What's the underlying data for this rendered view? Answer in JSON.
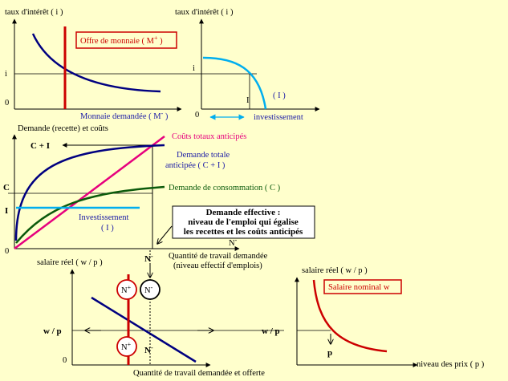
{
  "colors": {
    "background": "#ffffcc",
    "red": "#cc0000",
    "navy": "#000080",
    "cyan": "#00aeef",
    "magenta": "#e6007e",
    "green": "#0b5a0b",
    "blue_text": "#1a1aa6"
  },
  "money_market": {
    "y_axis_label": "taux d'intérêt ( i )",
    "x_axis_label": "Monnaie demandée ( M",
    "x_axis_sup": "-",
    "x_axis_tail": " )",
    "supply_label": "Offre de monnaie ( M",
    "supply_sup": "+",
    "supply_tail": " )",
    "i_tick": "i",
    "zero_tick": "0"
  },
  "investment_market": {
    "y_axis_label": "taux d'intérêt ( i )",
    "x_axis_label": "investissement",
    "curve_label": "( I )",
    "i_tick": "i",
    "I_tick": "I",
    "zero_tick": "0"
  },
  "effective_demand": {
    "y_axis_label": "Demande (recette) et coûts",
    "total_costs_label": "Coûts totaux anticipés",
    "total_demand_line1": "Demande totale",
    "total_demand_line2": "anticipée ( C + I )",
    "consumption_label": "Demande de consommation ( C )",
    "investment_line1": "Investissement",
    "investment_line2": "( I )",
    "c_plus_i_tick": "C + I",
    "c_tick": "C",
    "i_tick": "I",
    "zero_tick": "0",
    "n_minus_tick": "N",
    "n_minus_sup": "-",
    "x_axis_line1": "Quantité de travail demandée",
    "x_axis_line2": "(niveau effectif d'emplois)",
    "box_line1": "Demande effective :",
    "box_line2": "niveau de l'emploi qui égalise",
    "box_line3": "les recettes et les coûts anticipés"
  },
  "labour_market": {
    "y_axis_label": "salaire réel ( w / p )",
    "x_axis_label": "Quantité de travail demandée et offerte",
    "wp_tick": "w / p",
    "zero_tick": "0",
    "n_minus_top": "N",
    "n_minus_top_sup": "-",
    "n_minus_bottom": "N",
    "n_minus_bottom_sup": "-",
    "circle_n_plus": "N",
    "circle_n_plus_sup": "+",
    "circle_n_minus": "N",
    "circle_n_minus_sup": "-",
    "circle_n_plus_low": "N",
    "circle_n_plus_low_sup": "+"
  },
  "price_market": {
    "y_axis_label": "salaire réel ( w / p )",
    "x_axis_label": "niveau des prix ( p )",
    "nominal_wage_label": "Salaire nominal w",
    "wp_tick": "w / p",
    "p_tick": "p"
  }
}
